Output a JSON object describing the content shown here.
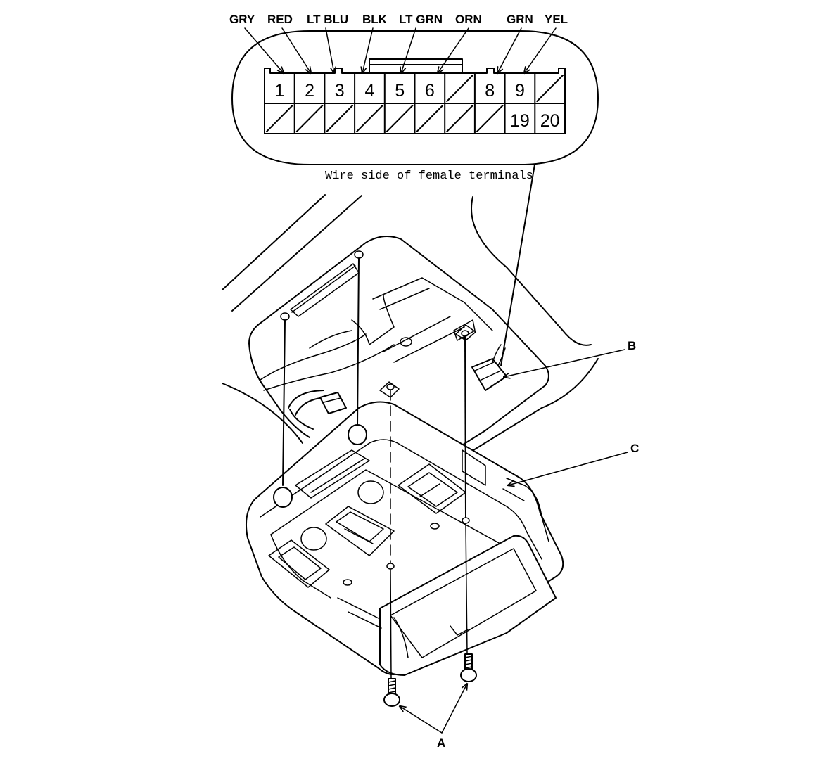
{
  "connector": {
    "wire_labels": [
      "GRY",
      "RED",
      "LT BLU",
      "BLK",
      "LT GRN",
      "ORN",
      "GRN",
      "YEL"
    ],
    "top_row": [
      "1",
      "2",
      "3",
      "4",
      "5",
      "6",
      "",
      "8",
      "9",
      ""
    ],
    "bottom_row": [
      "",
      "",
      "",
      "",
      "",
      "",
      "",
      "",
      "19",
      "20"
    ],
    "caption": "Wire side of female terminals"
  },
  "callouts": {
    "a": "A",
    "b": "B",
    "c": "C"
  }
}
